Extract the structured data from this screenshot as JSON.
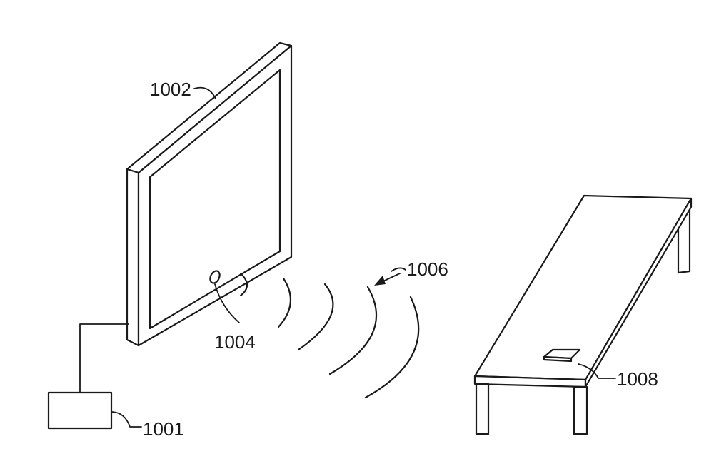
{
  "labels": {
    "control_unit": "1001",
    "display": "1002",
    "emitter": "1004",
    "signal": "1006",
    "device": "1008"
  }
}
